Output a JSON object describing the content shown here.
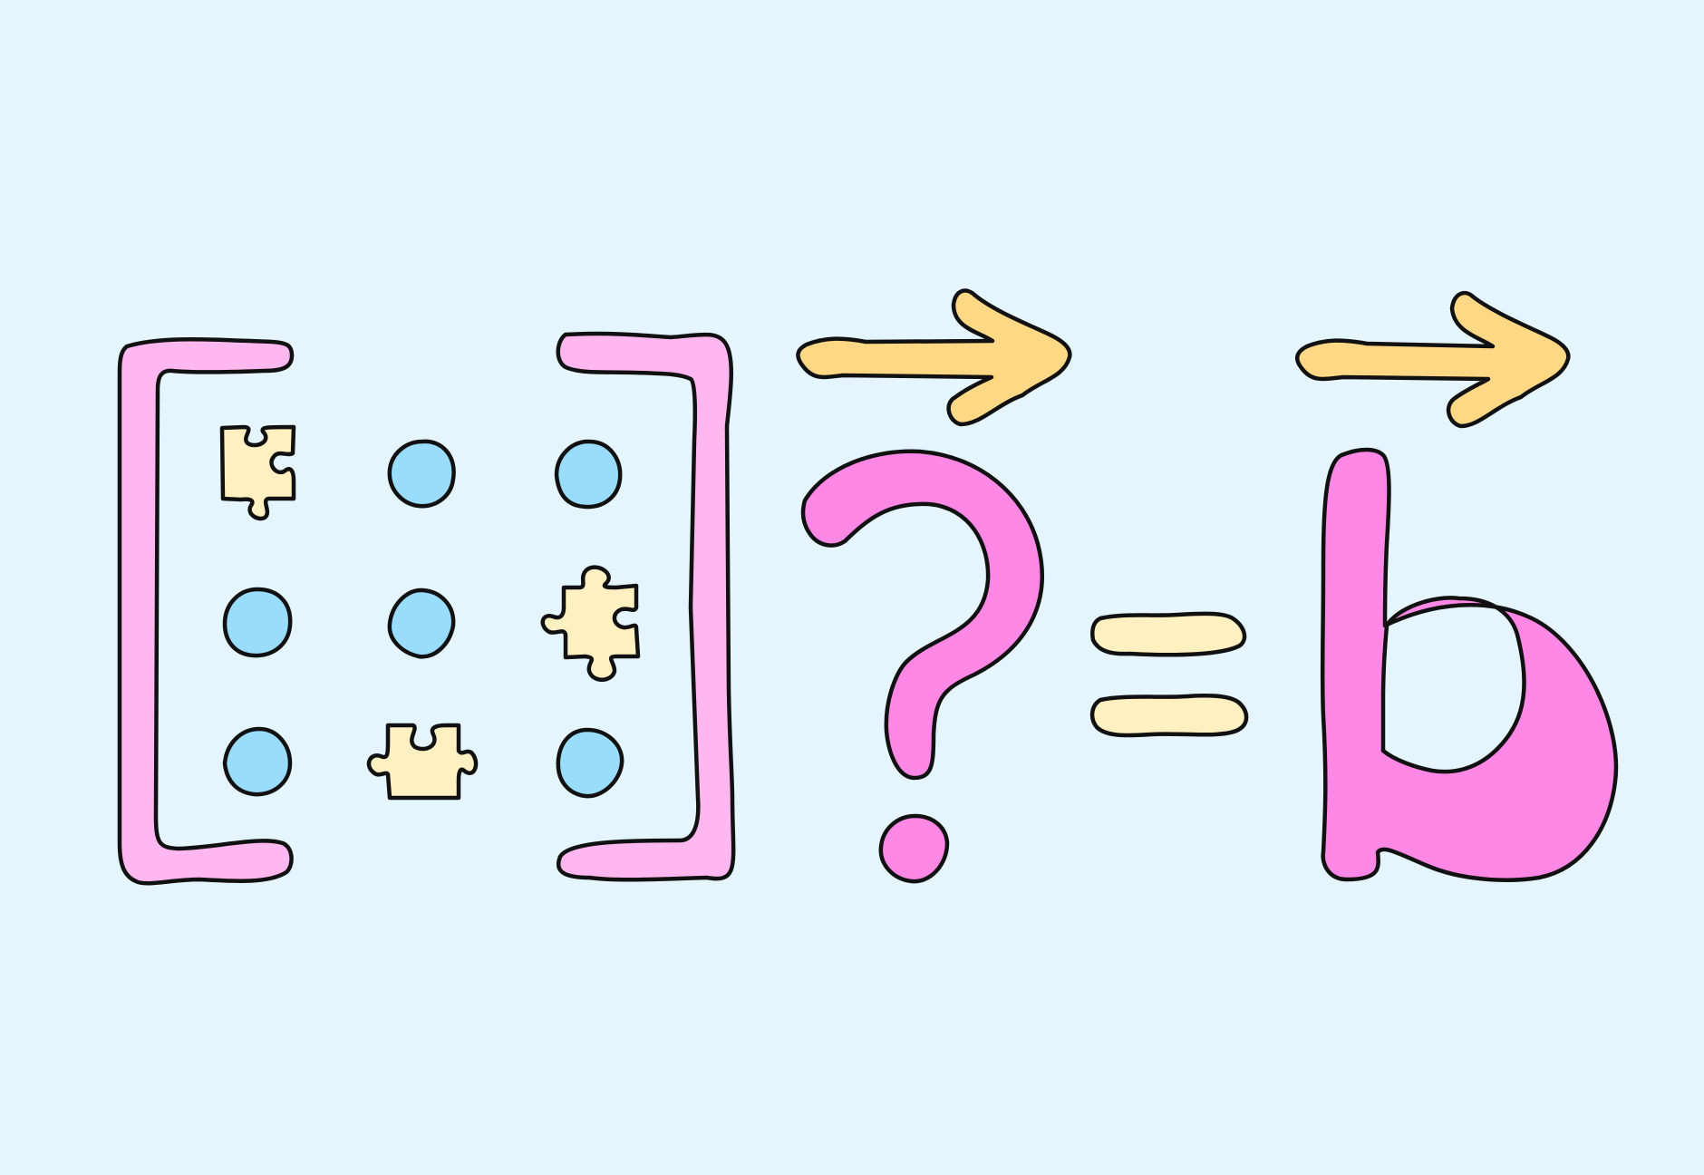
{
  "illustration": {
    "background_color": "#e4f5fd",
    "outline_color": "#111111",
    "matrix": {
      "bracket_color": "#ffb8ef",
      "rows": 3,
      "columns": 3,
      "cells": [
        [
          "puzzle-piece",
          "circle",
          "circle"
        ],
        [
          "circle",
          "circle",
          "puzzle-piece"
        ],
        [
          "circle",
          "puzzle-piece",
          "circle"
        ]
      ],
      "circle_color": "#99dcfb",
      "puzzle_piece_color": "#fff0c2",
      "missing_entries_count": 3
    },
    "vector_arrow_color": "#ffd886",
    "question_mark": {
      "glyph": "?",
      "color": "#ff88e6"
    },
    "equals_sign": {
      "glyph": "=",
      "color": "#fff0c2"
    },
    "result": {
      "glyph": "b",
      "color": "#ff88e6"
    }
  }
}
